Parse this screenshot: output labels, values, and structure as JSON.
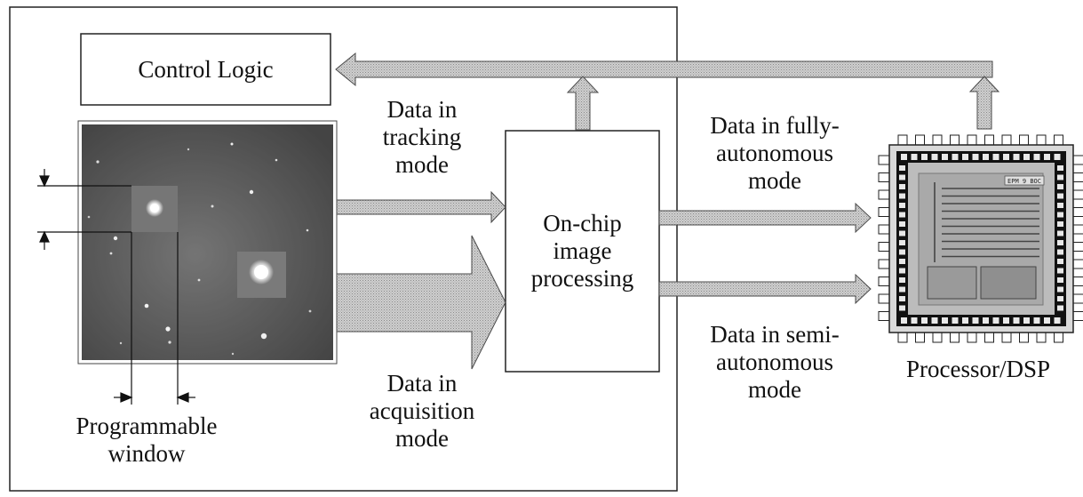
{
  "labels": {
    "control_logic": "Control Logic",
    "image_processing": "On-chip\nimage\nprocessing",
    "data_tracking": "Data in\ntracking\nmode",
    "data_acquisition": "Data in\nacquisition\nmode",
    "data_fully_autonomous": "Data in fully-\nautonomous\nmode",
    "data_semi_autonomous": "Data in semi-\nautonomous\nmode",
    "processor": "Processor/DSP",
    "programmable_window": "Programmable\nwindow",
    "chip_marking": "EPM 9 BOC"
  },
  "colors": {
    "arrow_fill": "#c6c6c6",
    "arrow_stroke": "#4a4a4a",
    "starfield": "#555555",
    "window_highlight": "#757575",
    "chip_body": "#dcdcdc",
    "chip_core": "#b9b9b9"
  },
  "icons": {
    "sensor_image": "starfield-image",
    "processor": "chip-icon"
  }
}
